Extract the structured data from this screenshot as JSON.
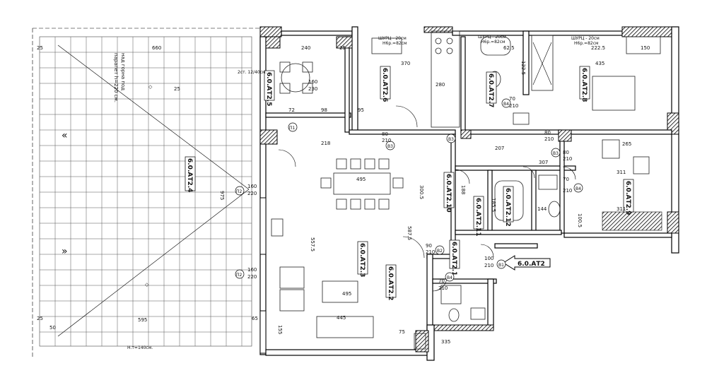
{
  "terrace": {
    "dim_top_left": "25",
    "dim_top": "660",
    "dim_bottom": "595",
    "dim_left_50": "50",
    "dim_left_25a": "25",
    "dim_left_25b": "25",
    "parapet_note": [
      "парапет h=220 см.",
      "над горна под"
    ],
    "room_label": "6.0.АТ2.4",
    "ht_note": "Н.т=140см."
  },
  "rooms": {
    "r5": "6.0.АТ2.5",
    "r6": "6.0.АТ2.6",
    "r7": "6.0.АТ2.7",
    "r8": "6.0.АТ2.8",
    "r3": "6.0.АТ2.3",
    "r2": "6.0.АТ2.2",
    "r1": "6.0.АТ2.1",
    "r9": "6.0.АТ2.9",
    "r10": "6.0.АТ2.10",
    "r11": "6.0.АТ2.11",
    "r12": "6.0.АТ2.12"
  },
  "entry": {
    "label": "6.0.АТ2",
    "door": "B1",
    "size": [
      "100",
      "210"
    ]
  },
  "doors": {
    "b2": "B2",
    "b3a": "B3",
    "b3b": "B3",
    "b3c": "B3",
    "b4a": "B4",
    "b4b": "B4",
    "b4c": "B4",
    "p2a": "П2",
    "p2b": "П2",
    "p1": "П1"
  },
  "notes": {
    "stairs": "2ст. 12/40см.",
    "shurts1": "ШУРЦ - 20см",
    "shurts1b": "Н6р.=82см",
    "shurts2": "ШУРЦ - 20см",
    "shurts2b": "Н6р.=82см",
    "shurts3": "ШУРЦ - 20см",
    "shurts3b": "Н6р.=82см"
  },
  "dims": {
    "d240": "240",
    "d25a": "25",
    "d370": "370",
    "d280": "280",
    "d435": "435",
    "d625": "62.5",
    "d2225": "222.5",
    "d150": "150",
    "d160a": "160",
    "d230": "230",
    "d72": "72",
    "d98": "98",
    "d95": "95",
    "d80": "80",
    "d210a": "210",
    "d218": "218",
    "d207": "207",
    "d307": "307",
    "d265": "265",
    "d495a": "495",
    "d495b": "495",
    "d445": "445",
    "d5875": "587.5",
    "d5575": "557.5",
    "d3005": "300.5",
    "d160b": "160",
    "d220a": "220",
    "d160c": "160",
    "d220b": "220",
    "d975": "975",
    "d90": "90",
    "d210b": "210",
    "d188": "188",
    "d1855": "185.5",
    "d144": "144",
    "d311a": "311",
    "d311b": "311",
    "d1005": "100.5",
    "d1225": "122.5",
    "d335": "335",
    "d155": "155",
    "d75": "75",
    "d65": "65",
    "d70a": "70",
    "d210c": "210",
    "d70b": "70",
    "d210d": "210",
    "d80b": "80",
    "d210e": "210",
    "d70c": "70",
    "d210f": "210",
    "d80c": "80",
    "d210g": "210"
  }
}
